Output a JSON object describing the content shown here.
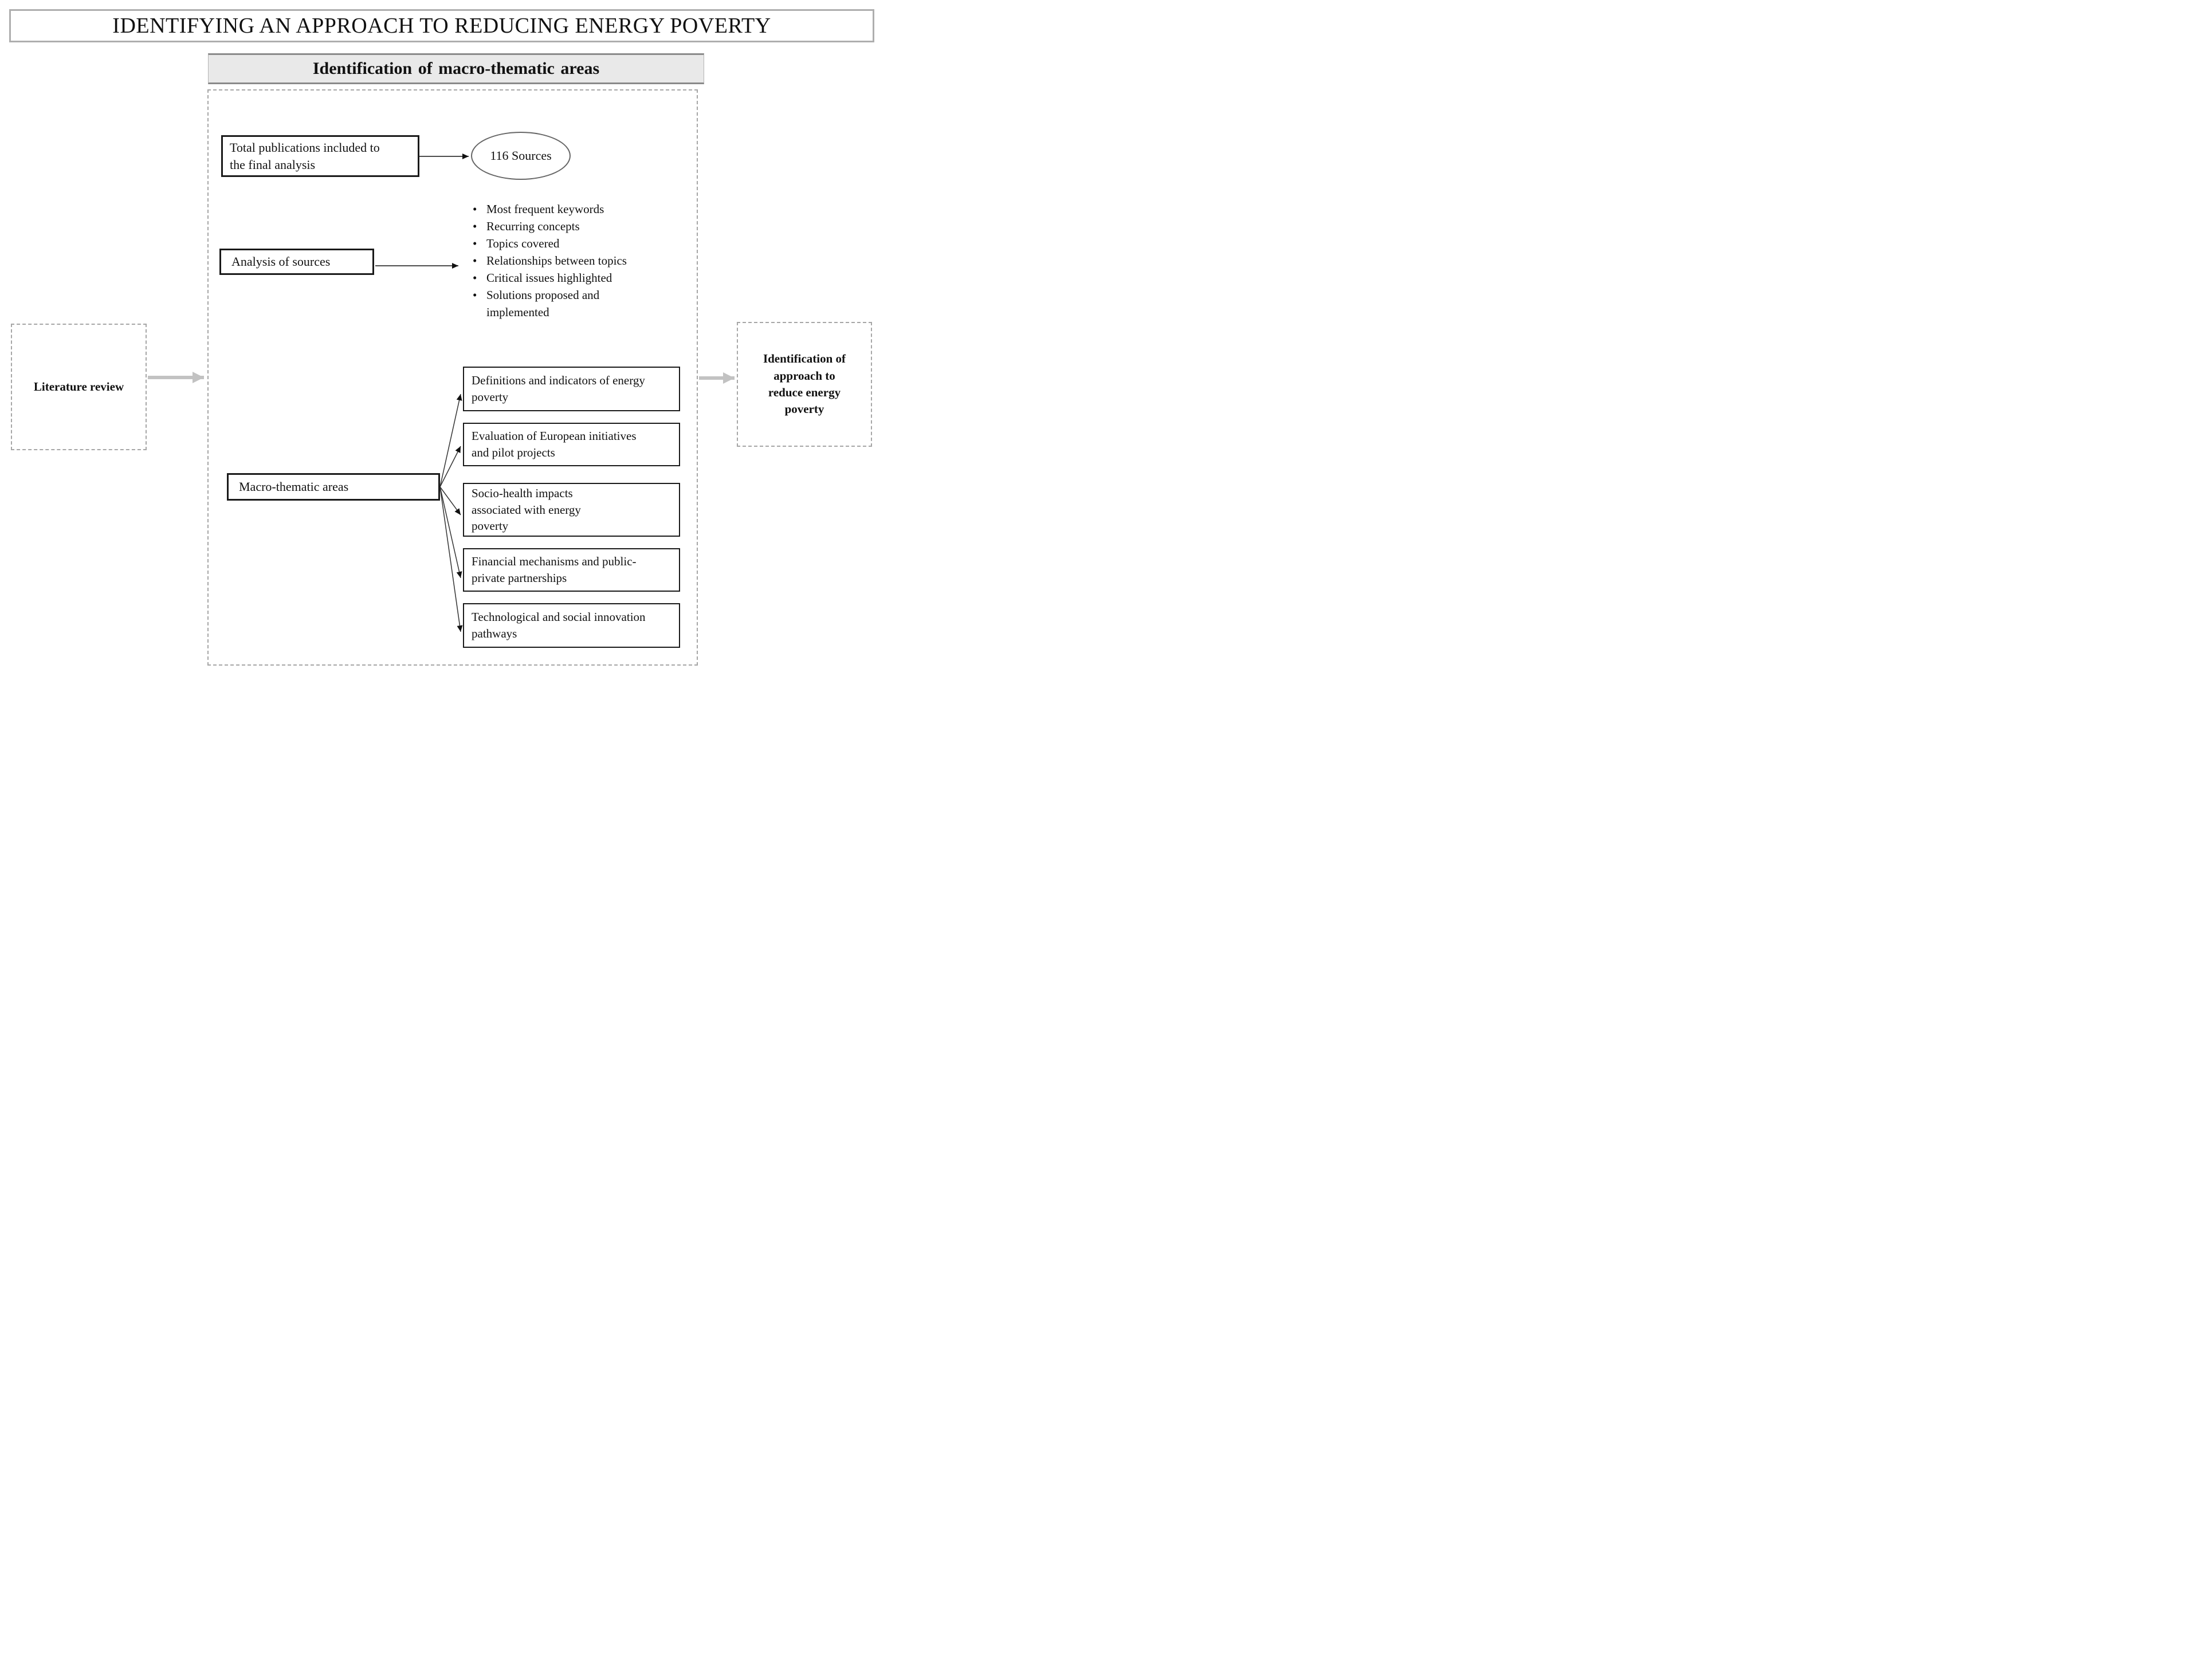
{
  "figure_title": "IDENTIFYING AN APPROACH TO REDUCING ENERGY POVERTY",
  "section_header": "Identification of macro-thematic areas",
  "literature": {
    "label": "Literature review"
  },
  "outcome": {
    "label": "Identification of approach to reduce energy poverty"
  },
  "publications": {
    "label": "Total publications included to the final analysis",
    "sources_count": "116 Sources"
  },
  "analysis": {
    "label": "Analysis of sources",
    "bullets": [
      "Most frequent keywords",
      "Recurring concepts",
      "Topics covered",
      "Relationships between topics",
      "Critical issues highlighted",
      "Solutions proposed and implemented"
    ]
  },
  "macro": {
    "label": "Macro-thematic areas",
    "areas": [
      "Definitions and indicators of energy poverty",
      "Evaluation of European initiatives and pilot projects",
      "Socio-health impacts associated with energy poverty",
      "Financial mechanisms and public-private partnerships",
      "Technological and social innovation pathways"
    ]
  },
  "colors": {
    "box_border": "#1a1a1a",
    "dashed_border": "#a6a6a6",
    "gray_arrow": "#c2c2c2",
    "header_fill": "#e9e9e9",
    "header_border": "#8a8a8a",
    "title_border": "#aeaeae",
    "ellipse_border": "#666666",
    "text_color": "#111111"
  }
}
